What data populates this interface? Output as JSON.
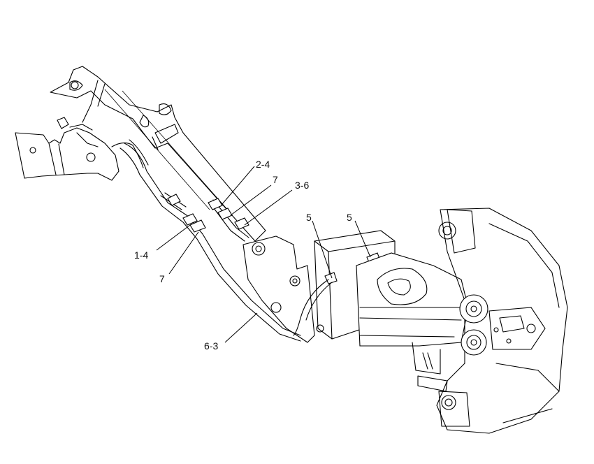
{
  "figure": {
    "background": "#ffffff",
    "line_color": "#000000",
    "callouts": [
      {
        "id": "c-2-4",
        "text": "2-4"
      },
      {
        "id": "c-7-top",
        "text": "7"
      },
      {
        "id": "c-3-6",
        "text": "3-6"
      },
      {
        "id": "c-5-left",
        "text": "5"
      },
      {
        "id": "c-5-right",
        "text": "5"
      },
      {
        "id": "c-1-4",
        "text": "1-4"
      },
      {
        "id": "c-7-bottom",
        "text": "7"
      },
      {
        "id": "c-6-3",
        "text": "6-3"
      }
    ]
  }
}
